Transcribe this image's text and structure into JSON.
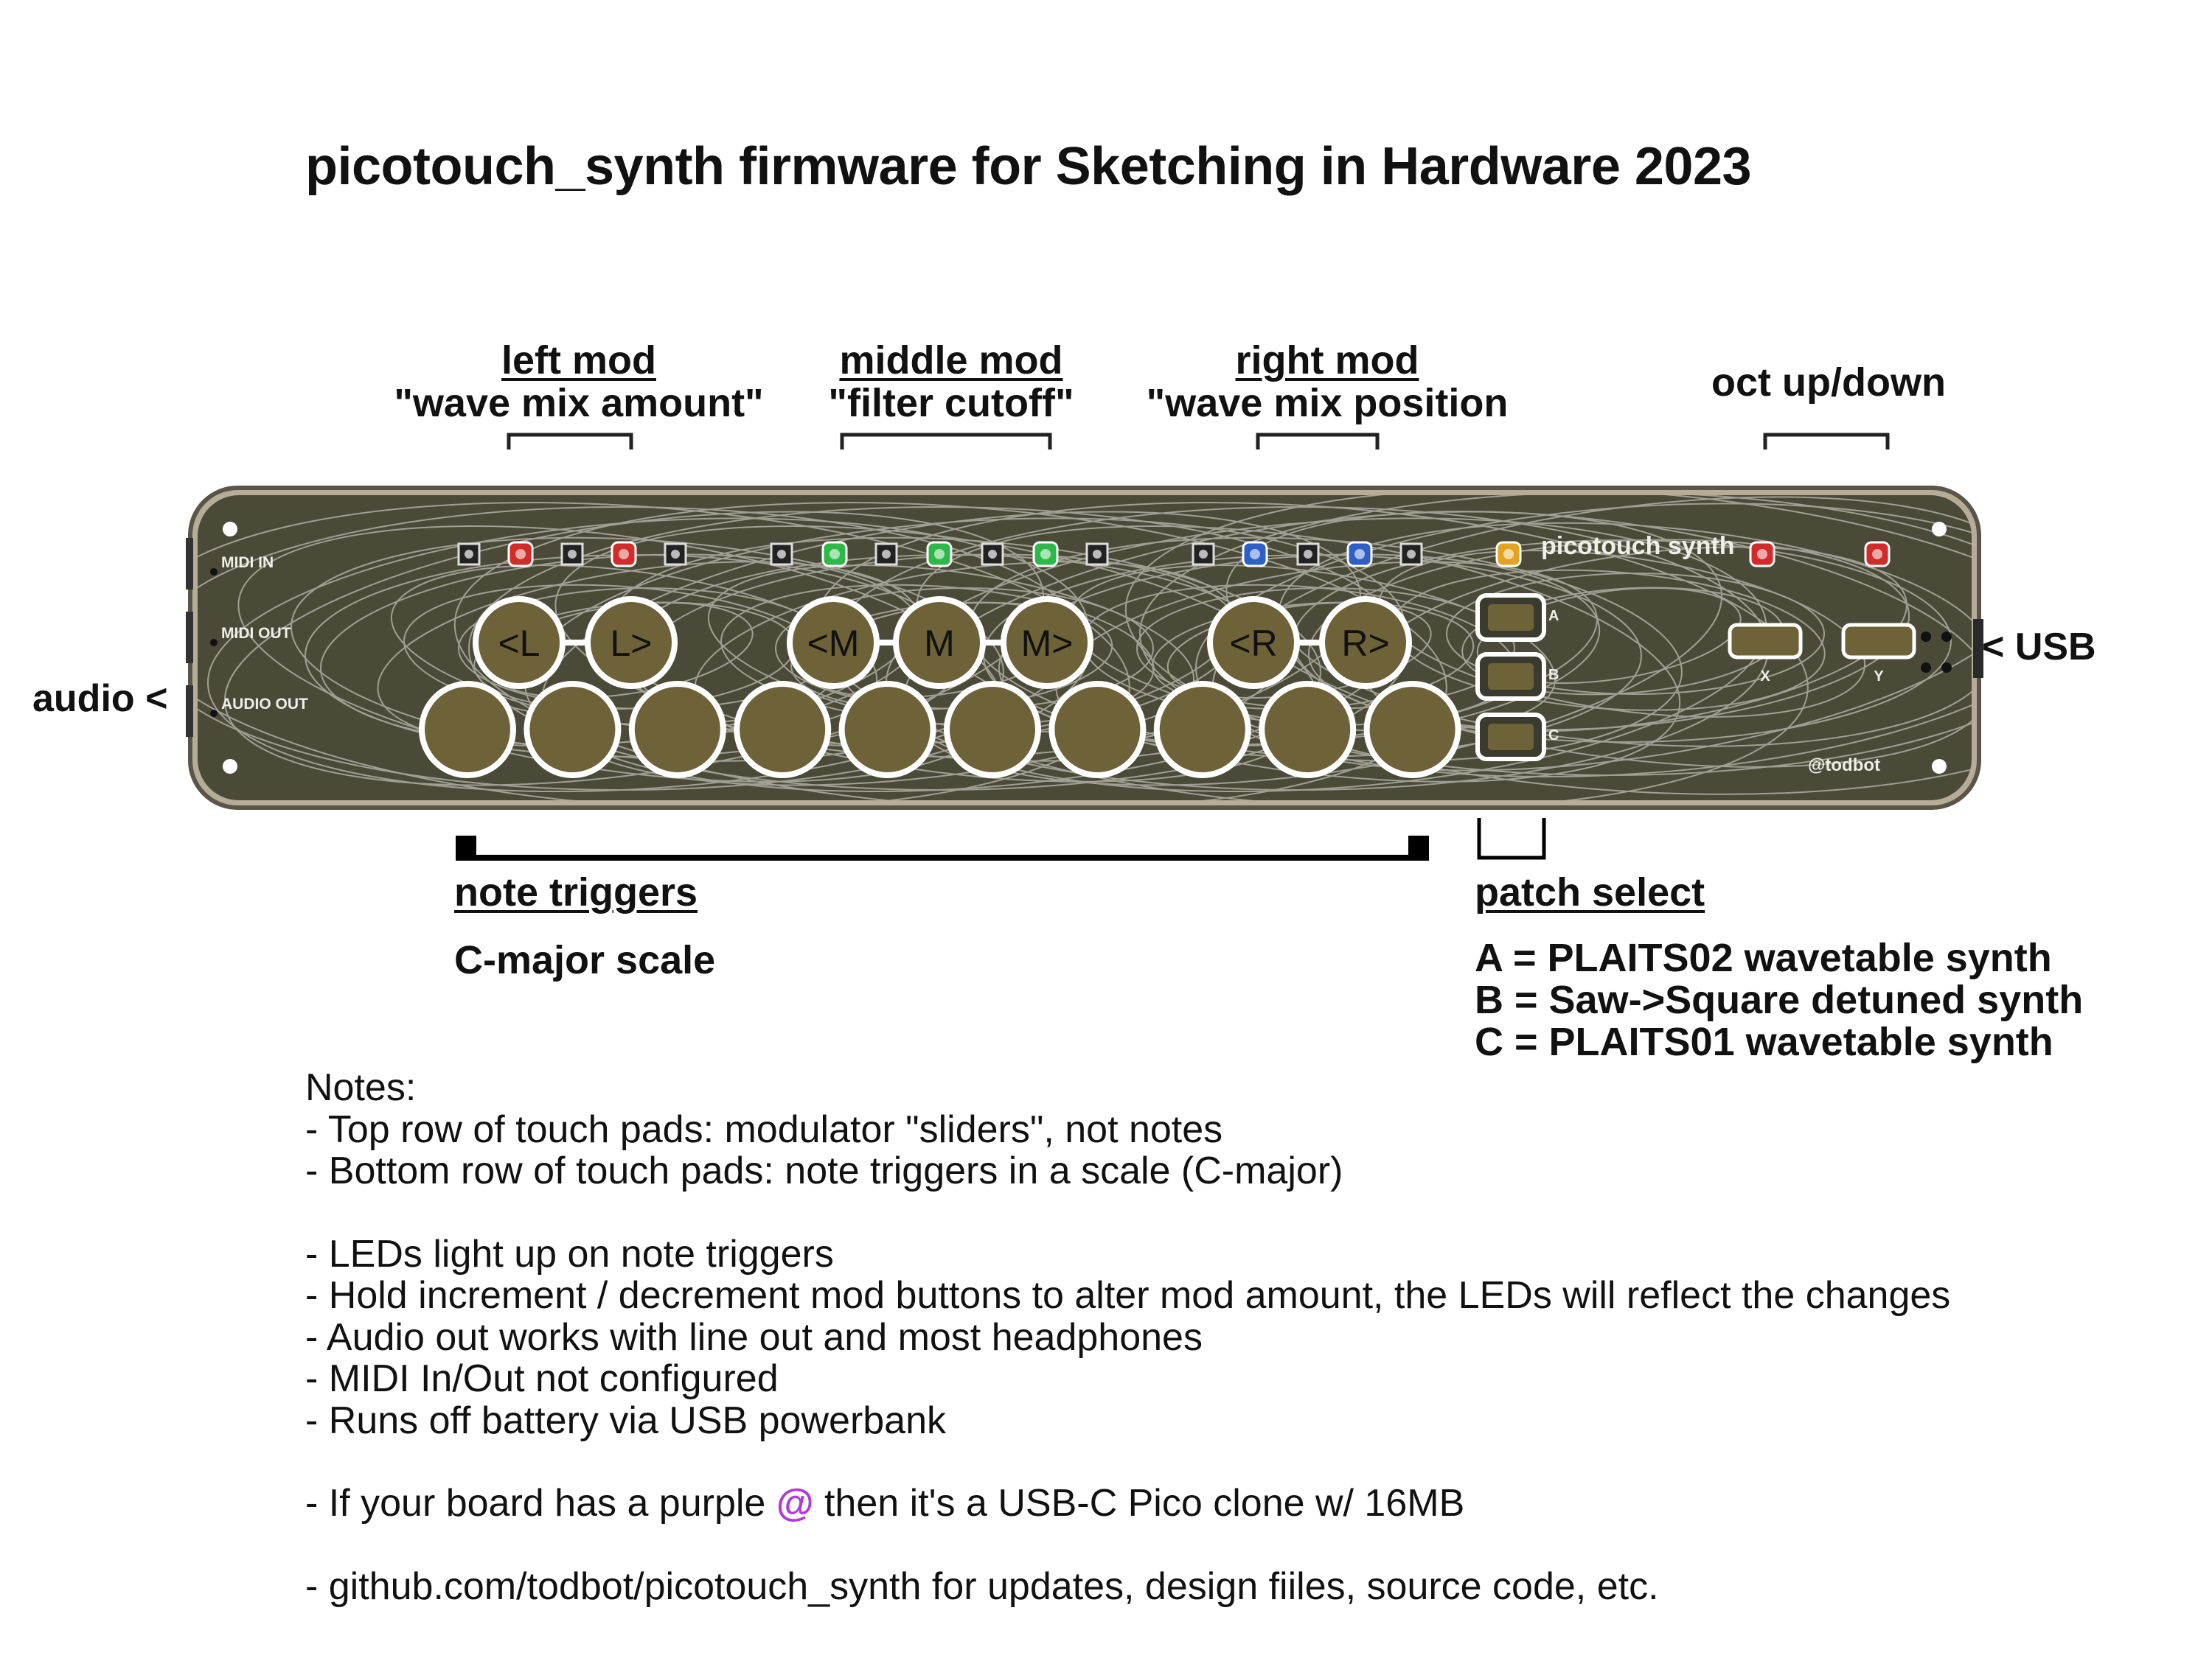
{
  "title": "picotouch_synth firmware for Sketching in Hardware 2023",
  "mod_labels": {
    "left": {
      "heading": "left mod",
      "desc": "\"wave mix amount\""
    },
    "middle": {
      "heading": "middle mod",
      "desc": "\"filter cutoff\""
    },
    "right": {
      "heading": "right mod",
      "desc": "\"wave mix position"
    },
    "oct": {
      "heading": "oct up/down"
    }
  },
  "side_labels": {
    "audio": "audio <",
    "usb": "< USB"
  },
  "board": {
    "brand": "picotouch synth",
    "credit": "@todbot",
    "jacks": [
      "MIDI IN",
      "MIDI OUT",
      "AUDIO OUT"
    ],
    "mod_pads": [
      "<L",
      "L>",
      "<M",
      "M",
      "M>",
      "<R",
      "R>"
    ],
    "patch_letters": [
      "A",
      "B",
      "C"
    ],
    "oct_letters": [
      "X",
      "Y"
    ],
    "colors": {
      "pcb": "#4b4a39",
      "pad": "#6e6238",
      "led_red": "#d32a2a",
      "led_green": "#2fb84a",
      "led_blue": "#2d5fc9",
      "led_yellow": "#e3a21f"
    }
  },
  "note_triggers": {
    "heading": "note triggers",
    "scale": "C-major scale"
  },
  "patch_select": {
    "heading": "patch select",
    "items": [
      "A = PLAITS02 wavetable synth",
      "B = Saw->Square detuned synth",
      "C = PLAITS01 wavetable synth"
    ]
  },
  "notes": {
    "heading": "Notes:",
    "line1": "- Top row of touch pads: modulator \"sliders\", not notes",
    "line2": "- Bottom row of touch pads: note triggers in a scale (C-major)",
    "line3": "- LEDs light up on note triggers",
    "line4": "- Hold increment / decrement mod buttons to alter mod amount, the LEDs will reflect the changes",
    "line5": "- Audio out works with line out and most headphones",
    "line6": "- MIDI In/Out not configured",
    "line7": "- Runs off battery via USB powerbank",
    "line8_pre": "- If your board has a purple ",
    "line8_at": "@",
    "line8_post": " then it's a USB-C Pico clone w/ 16MB",
    "line9": "- github.com/todbot/picotouch_synth for updates, design fiiles, source code, etc."
  }
}
